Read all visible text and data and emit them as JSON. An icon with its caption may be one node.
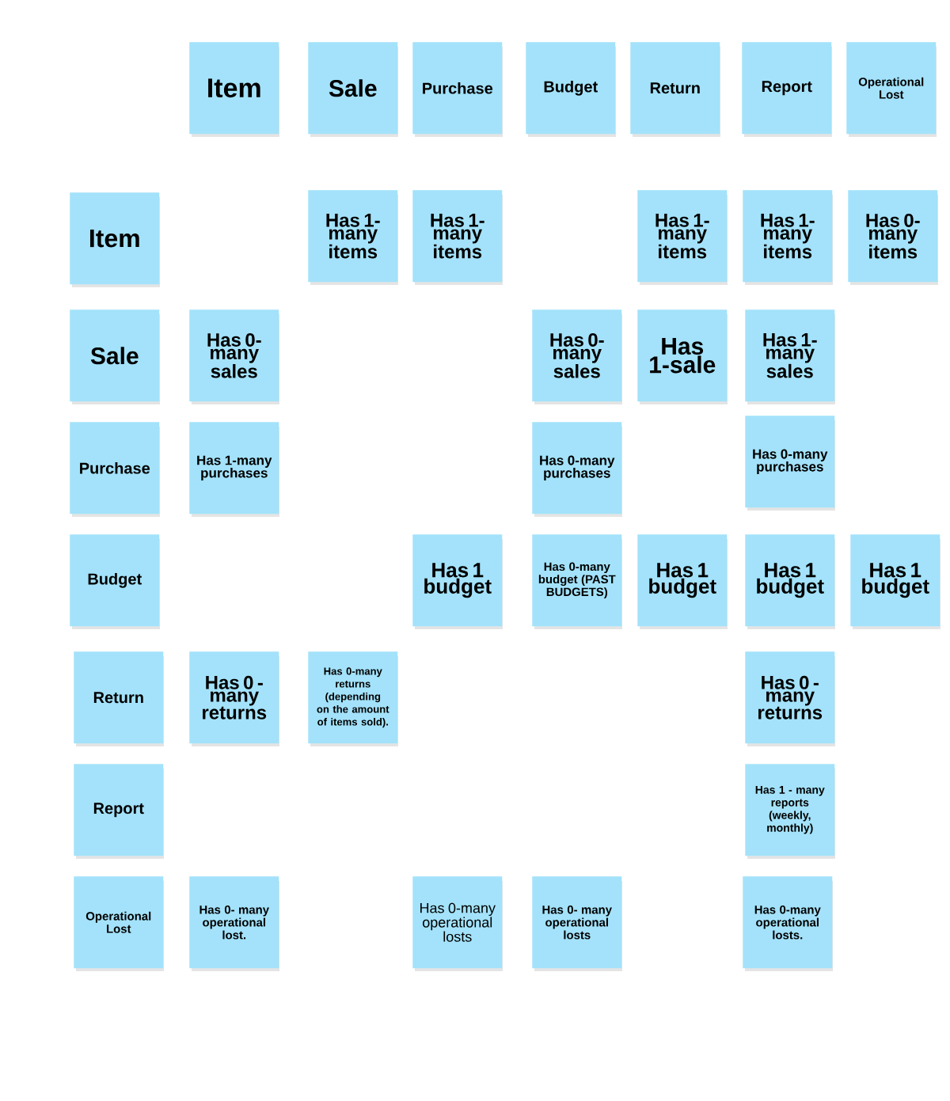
{
  "diagram": {
    "nodes": [
      {
        "text": [
          "Item"
        ]
      },
      {
        "text": [
          "Sale"
        ]
      },
      {
        "text": [
          "Purchase"
        ]
      },
      {
        "text": [
          "Budget"
        ]
      },
      {
        "text": [
          "Return"
        ]
      },
      {
        "text": [
          "Report"
        ]
      },
      {
        "text": [
          "Operational Lost"
        ]
      },
      {
        "text": [
          "Item"
        ]
      },
      {
        "text": [
          "Has 1-many items"
        ]
      },
      {
        "text": [
          "Has 1-many items"
        ]
      },
      {
        "text": [
          "Has 1-many items"
        ]
      },
      {
        "text": [
          "Has 1-many items"
        ]
      },
      {
        "text": [
          "Has 0-many items"
        ]
      },
      {
        "text": [
          "Sale"
        ]
      },
      {
        "text": [
          "Has 0-many sales"
        ]
      },
      {
        "text": [
          "Has 0-many sales"
        ]
      },
      {
        "text": [
          "Has 1-sale"
        ]
      },
      {
        "text": [
          "Has 1-many sales"
        ]
      },
      {
        "text": [
          "Purchase"
        ]
      },
      {
        "text": [
          "Has 1-many purchases"
        ]
      },
      {
        "text": [
          "Has 0-many purchases"
        ]
      },
      {
        "text": [
          "Has 0-many purchases"
        ]
      },
      {
        "text": [
          "Budget"
        ]
      },
      {
        "text": [
          "Has 1 budget"
        ]
      },
      {
        "text": [
          "Has 0-many budget (PAST BUDGETS)"
        ]
      },
      {
        "text": [
          "Has 1 budget"
        ]
      },
      {
        "text": [
          "Has 1 budget"
        ]
      },
      {
        "text": [
          "Has 1 budget"
        ]
      },
      {
        "text": [
          "Return"
        ]
      },
      {
        "text": [
          "Has 0 - many returns"
        ]
      },
      {
        "text": [
          "Has 0-many returns (depending on the amount of items sold)."
        ]
      },
      {
        "text": [
          "Has 0 - many returns"
        ]
      },
      {
        "text": [
          "Report"
        ]
      },
      {
        "text": [
          "Has 1 - many reports (weekly, monthly)"
        ]
      },
      {
        "text": [
          "Operational Lost"
        ]
      },
      {
        "text": [
          "Has 0- many operational lost."
        ]
      },
      {
        "text": [
          "Has 0-many operational losts"
        ]
      },
      {
        "text": [
          "Has 0- many operational losts"
        ]
      },
      {
        "text": [
          "Has 0-many operational losts."
        ]
      }
    ]
  }
}
